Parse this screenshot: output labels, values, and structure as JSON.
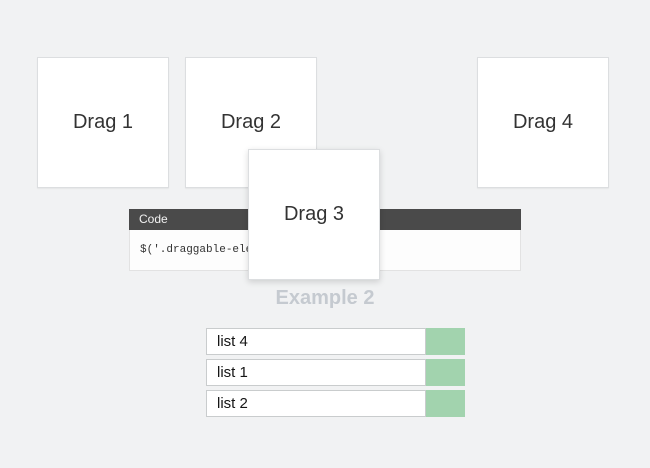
{
  "page": {
    "background_color": "#f1f2f3"
  },
  "draggables": {
    "box1": {
      "label": "Drag 1"
    },
    "box2": {
      "label": "Drag 2"
    },
    "box3": {
      "label": "Drag 3"
    },
    "box4": {
      "label": "Drag 4"
    }
  },
  "code_panel": {
    "header_label": "Code",
    "header_bg": "#4a4a4a",
    "code_text": "$('.draggable-element').ar"
  },
  "heading": {
    "text": "Example 2",
    "color": "#c5cad0"
  },
  "sortable_list": {
    "handle_color": "#a2d3ae",
    "items": [
      {
        "label": "list 4"
      },
      {
        "label": "list 1"
      },
      {
        "label": "list 2"
      }
    ]
  }
}
